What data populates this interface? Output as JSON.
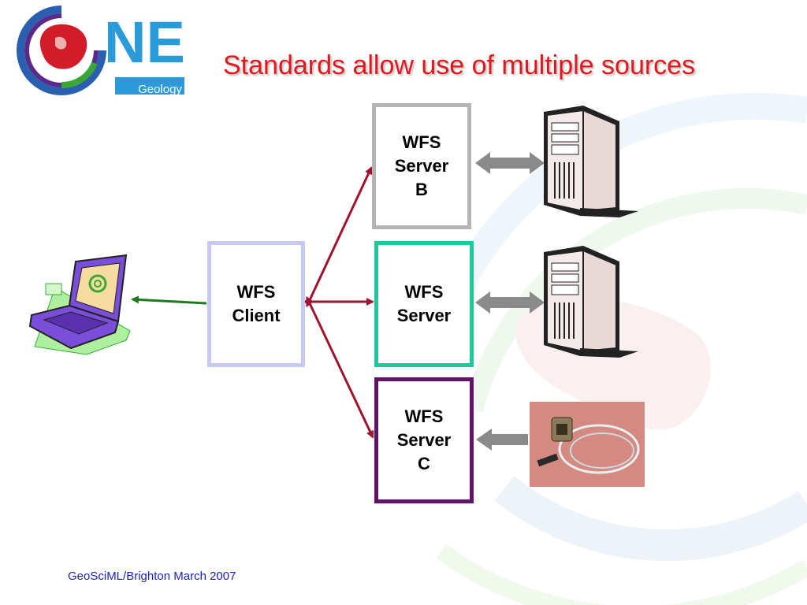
{
  "title": "Standards allow use of multiple sources",
  "logo": {
    "word": "NE",
    "subtext": "Geology"
  },
  "nodes": {
    "client": "WFS\nClient",
    "server_b": "WFS\nServer\nB",
    "server": "WFS\nServer",
    "server_c": "WFS\nServer\nC"
  },
  "footer": "GeoSciML/Brighton March 2007",
  "icons": {
    "client_device": "laptop-icon",
    "server_b_source": "server-tower-icon",
    "server_source": "server-tower-icon",
    "server_c_source": "sensor-photo"
  },
  "colors": {
    "title": "#e0191f",
    "arrows": "#a0122d",
    "client_arrow": "#1e7a1e",
    "source_arrows": "#8a8a8a",
    "client_border": "#c8c8f4",
    "server_b_border": "#b4b4b4",
    "server_border": "#1fc99a",
    "server_c_border": "#63126b"
  }
}
